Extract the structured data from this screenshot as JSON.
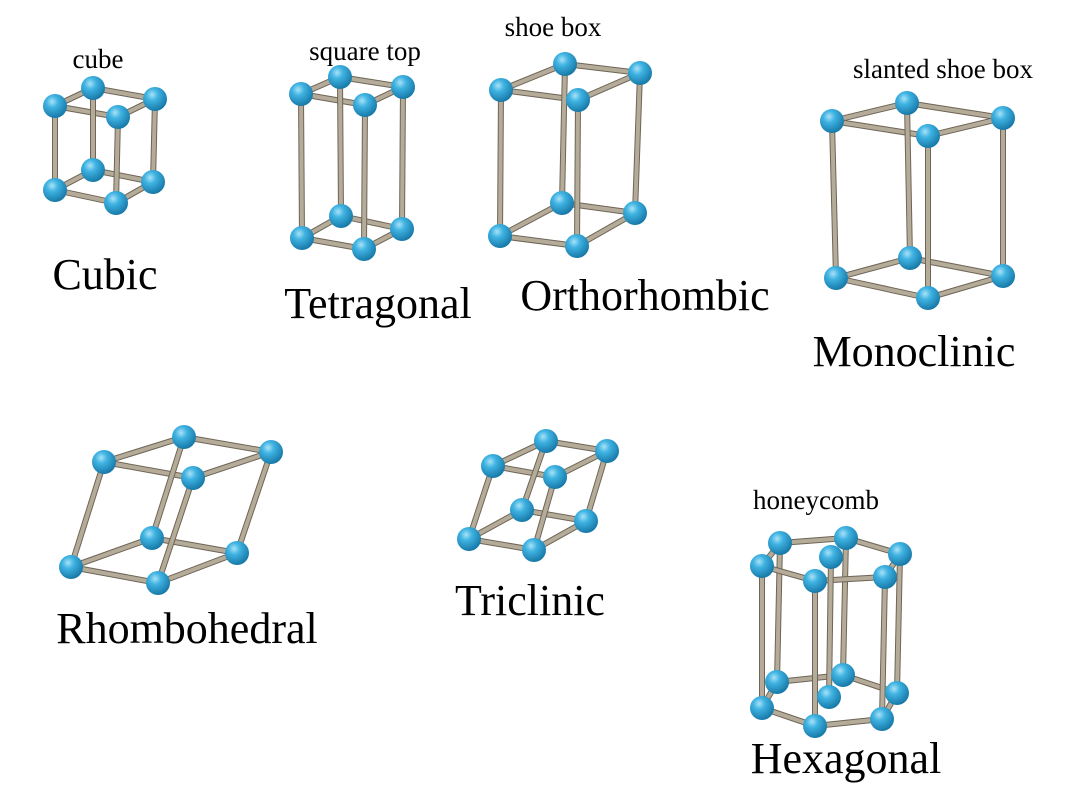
{
  "colors": {
    "atom": "#2fa3d6",
    "rod": "#b5ab99",
    "rod_dark": "#6f6557"
  },
  "lattices": [
    {
      "id": "cubic",
      "name": "Cubic",
      "nickname": "cube"
    },
    {
      "id": "tetragonal",
      "name": "Tetragonal",
      "nickname": "square top"
    },
    {
      "id": "orthorhombic",
      "name": "Orthorhombic",
      "nickname": "shoe box"
    },
    {
      "id": "monoclinic",
      "name": "Monoclinic",
      "nickname": "slanted shoe box"
    },
    {
      "id": "rhombohedral",
      "name": "Rhombohedral"
    },
    {
      "id": "triclinic",
      "name": "Triclinic"
    },
    {
      "id": "hexagonal",
      "name": "Hexagonal",
      "nickname": "honeycomb"
    }
  ]
}
